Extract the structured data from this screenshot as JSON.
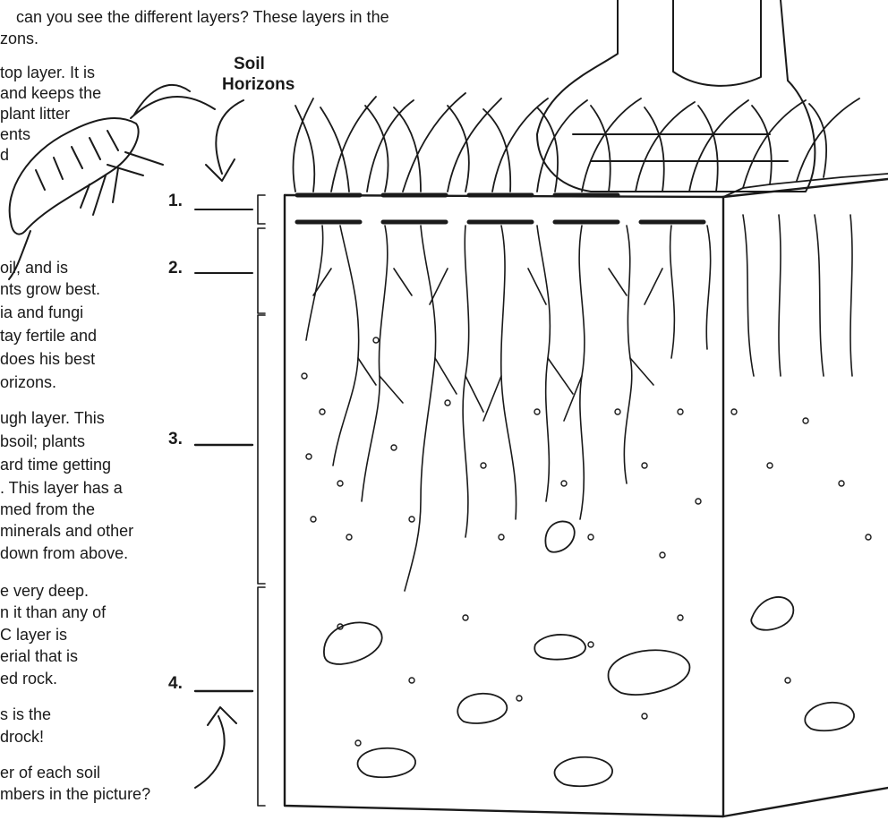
{
  "intro": {
    "line1": "can you see the different layers? These layers in the",
    "line2": "zons."
  },
  "labels": {
    "title_line1": "Soil",
    "title_line2": "Horizons",
    "num1": "1.",
    "num2": "2.",
    "num3": "3.",
    "num4": "4."
  },
  "left_text": [
    "top layer. It is",
    "and keeps the",
    "plant litter",
    "ents",
    "d",
    "oil, and is",
    "nts grow best.",
    "ia and fungi",
    "tay fertile and",
    "does his best",
    "orizons.",
    "ugh layer. This",
    "bsoil; plants",
    "ard time getting",
    ". This layer has a",
    "med from the",
    "minerals and other",
    "down from above.",
    "e very deep.",
    "n it than any of",
    "C layer is",
    "erial that is",
    "ed rock.",
    "s is the",
    "drock!",
    "er of each soil",
    "mbers in the picture?"
  ],
  "colors": {
    "ink": "#1a1a1a",
    "paper": "#ffffff"
  }
}
